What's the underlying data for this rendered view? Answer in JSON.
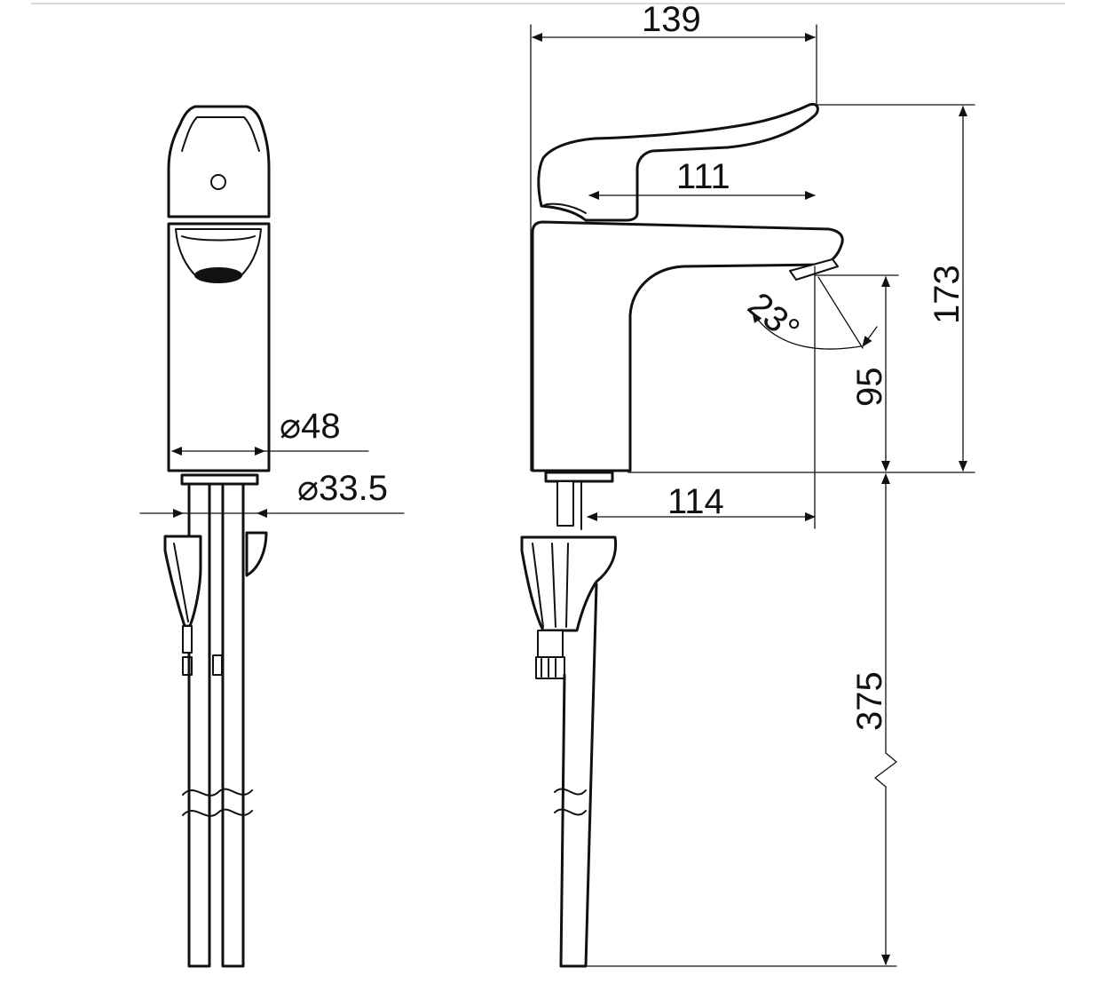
{
  "dimensions": {
    "overall_length": "139",
    "lever_length": "111",
    "total_height": "173",
    "outlet_height": "95",
    "spout_reach": "114",
    "hose_length": "375",
    "spray_angle": "23°",
    "body_diameter": "⌀48",
    "base_diameter": "⌀33.5"
  }
}
